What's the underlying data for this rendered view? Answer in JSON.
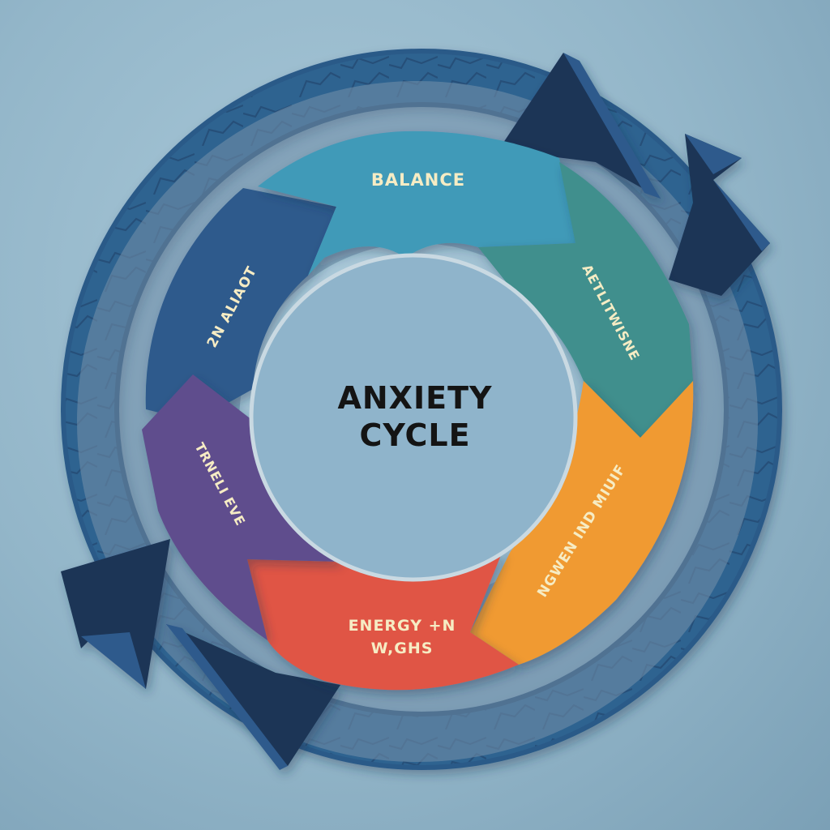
{
  "diagram": {
    "type": "cycle",
    "title_line1": "ANXIETY",
    "title_line2": "CYCLE",
    "segments": [
      {
        "id": "balance",
        "label": "BALANCE",
        "color": "#3f9ab8",
        "position": "top"
      },
      {
        "id": "teal",
        "label": "AETLITWISNE",
        "color": "#3f8f8d",
        "position": "upper-right"
      },
      {
        "id": "orange",
        "label": "NGWEN IND MIUIF",
        "color": "#f09a30",
        "position": "lower-right"
      },
      {
        "id": "red",
        "label_line1": "ENERGY +N",
        "label_line2": "W,GHS",
        "color": "#e05545",
        "position": "bottom"
      },
      {
        "id": "purple",
        "label": "TRNELI EVE",
        "color": "#5e4d8d",
        "position": "lower-left"
      },
      {
        "id": "navy",
        "label": "2N ALIAOT",
        "color": "#2e5a8c",
        "position": "upper-left"
      }
    ],
    "outer_ring": {
      "color": "#2f5f8e",
      "dark_color": "#1c3556",
      "arrow_count": 3
    },
    "background_color": "#9dbfd0"
  }
}
